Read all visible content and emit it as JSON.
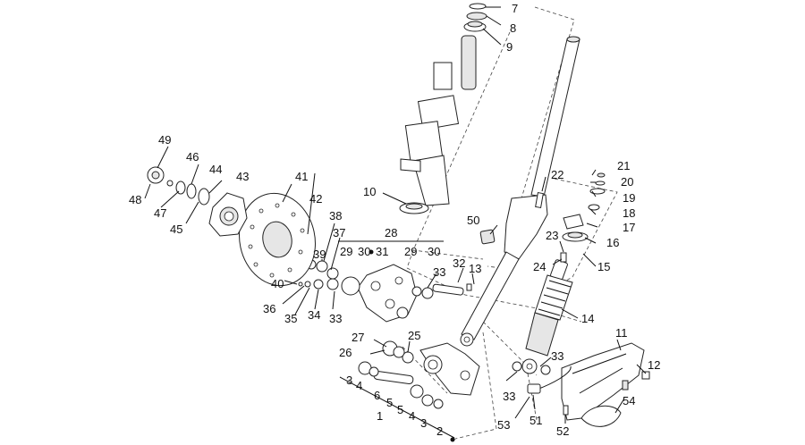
{
  "callouts": [
    {
      "id": "c1",
      "text": "1"
    },
    {
      "id": "c2",
      "text": "2"
    },
    {
      "id": "c3a",
      "text": "3"
    },
    {
      "id": "c3b",
      "text": "3"
    },
    {
      "id": "c4a",
      "text": "4"
    },
    {
      "id": "c4b",
      "text": "4"
    },
    {
      "id": "c5a",
      "text": "5"
    },
    {
      "id": "c5b",
      "text": "5"
    },
    {
      "id": "c6",
      "text": "6"
    },
    {
      "id": "c7",
      "text": "7"
    },
    {
      "id": "c8",
      "text": "8"
    },
    {
      "id": "c9",
      "text": "9"
    },
    {
      "id": "c10",
      "text": "10"
    },
    {
      "id": "c11",
      "text": "11"
    },
    {
      "id": "c12",
      "text": "12"
    },
    {
      "id": "c13",
      "text": "13"
    },
    {
      "id": "c14",
      "text": "14"
    },
    {
      "id": "c15",
      "text": "15"
    },
    {
      "id": "c16",
      "text": "16"
    },
    {
      "id": "c17",
      "text": "17"
    },
    {
      "id": "c18",
      "text": "18"
    },
    {
      "id": "c19",
      "text": "19"
    },
    {
      "id": "c20",
      "text": "20"
    },
    {
      "id": "c21",
      "text": "21"
    },
    {
      "id": "c22",
      "text": "22"
    },
    {
      "id": "c23",
      "text": "23"
    },
    {
      "id": "c24",
      "text": "24"
    },
    {
      "id": "c25",
      "text": "25"
    },
    {
      "id": "c26",
      "text": "26"
    },
    {
      "id": "c27",
      "text": "27"
    },
    {
      "id": "c28",
      "text": "28"
    },
    {
      "id": "c29a",
      "text": "29"
    },
    {
      "id": "c29b",
      "text": "29"
    },
    {
      "id": "c30a",
      "text": "30"
    },
    {
      "id": "c30b",
      "text": "30"
    },
    {
      "id": "c31",
      "text": "31"
    },
    {
      "id": "c32",
      "text": "32"
    },
    {
      "id": "c33a",
      "text": "33"
    },
    {
      "id": "c33b",
      "text": "33"
    },
    {
      "id": "c33c",
      "text": "33"
    },
    {
      "id": "c33d",
      "text": "33"
    },
    {
      "id": "c34",
      "text": "34"
    },
    {
      "id": "c35",
      "text": "35"
    },
    {
      "id": "c36",
      "text": "36"
    },
    {
      "id": "c37",
      "text": "37"
    },
    {
      "id": "c38",
      "text": "38"
    },
    {
      "id": "c39",
      "text": "39"
    },
    {
      "id": "c40",
      "text": "40"
    },
    {
      "id": "c41",
      "text": "41"
    },
    {
      "id": "c42",
      "text": "42"
    },
    {
      "id": "c43",
      "text": "43"
    },
    {
      "id": "c44",
      "text": "44"
    },
    {
      "id": "c45",
      "text": "45"
    },
    {
      "id": "c46",
      "text": "46"
    },
    {
      "id": "c47",
      "text": "47"
    },
    {
      "id": "c48",
      "text": "48"
    },
    {
      "id": "c49",
      "text": "49"
    },
    {
      "id": "c50",
      "text": "50"
    },
    {
      "id": "c51",
      "text": "51"
    },
    {
      "id": "c52",
      "text": "52"
    },
    {
      "id": "c53",
      "text": "53"
    },
    {
      "id": "c54",
      "text": "54"
    }
  ],
  "colors": {
    "line": "#222222",
    "background": "#ffffff"
  }
}
